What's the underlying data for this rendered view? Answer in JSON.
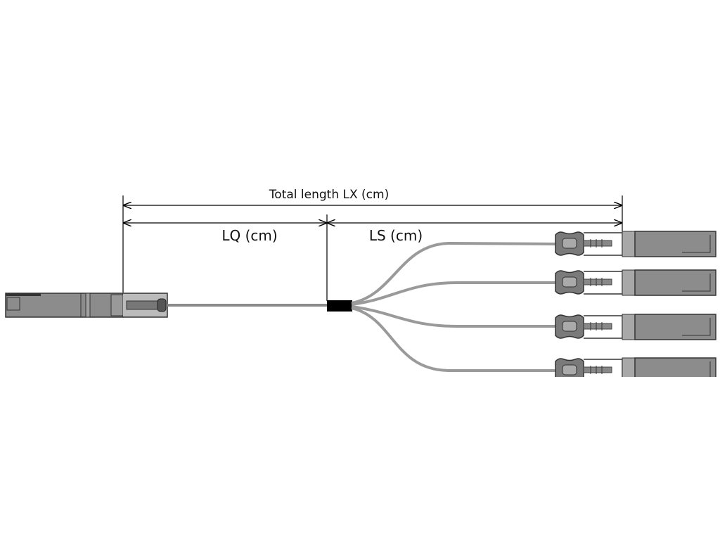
{
  "dimensions": {
    "total_label": "Total length LX (cm)",
    "lq_label": "LQ (cm)",
    "ls_label": "LS (cm)"
  },
  "colors": {
    "connector_body": "#8c8c8c",
    "cable": "#9a9a9a",
    "splitter": "#000000",
    "outline": "#333333"
  }
}
